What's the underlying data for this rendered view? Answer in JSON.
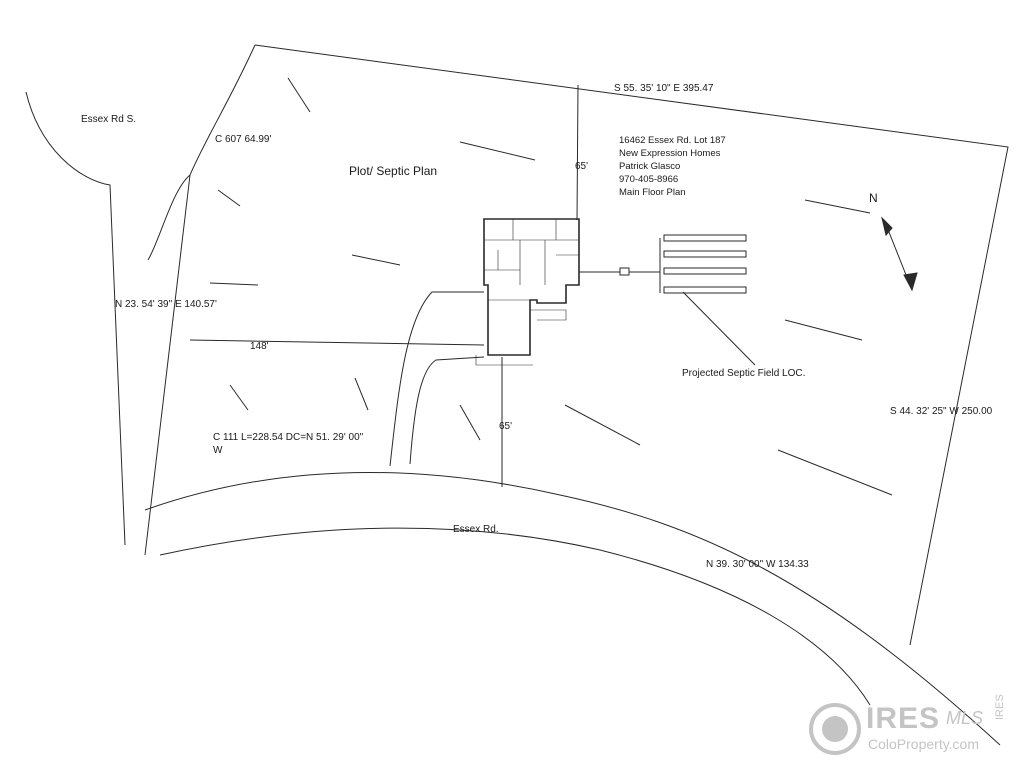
{
  "plan_title": "Plot/ Septic Plan",
  "info_block": [
    "16462 Essex Rd. Lot 187",
    "New Expression Homes",
    "Patrick Glasco",
    "970-405-8966",
    "Main Floor Plan"
  ],
  "labels": {
    "street_upper": "Essex Rd S.",
    "curve_upper": "C 607 64.99'",
    "north_line": "S 55. 35' 10\" E  395.47",
    "setback_top": "65'",
    "setback_bottom": "65'",
    "west_line": "N 23. 54' 39\" E  140.57'",
    "side_dim": "148'",
    "curve_lower_line1": "C 111 L=228.54 DC=N 51. 29' 00\"",
    "curve_lower_line2": "W",
    "street_lower": "Essex Rd.",
    "south_line": "N 39. 30' 00\" W  134.33",
    "east_line": "S 44. 32' 25\" W  250.00",
    "septic_field": "Projected Septic Field LOC.",
    "north_arrow": "N"
  },
  "watermark": {
    "brand": "IRES",
    "suffix": "MLS",
    "site": "ColoProperty.com",
    "side": "IRES"
  },
  "colors": {
    "line": "#2a2a2a",
    "watermark": "#c4c4c4"
  }
}
